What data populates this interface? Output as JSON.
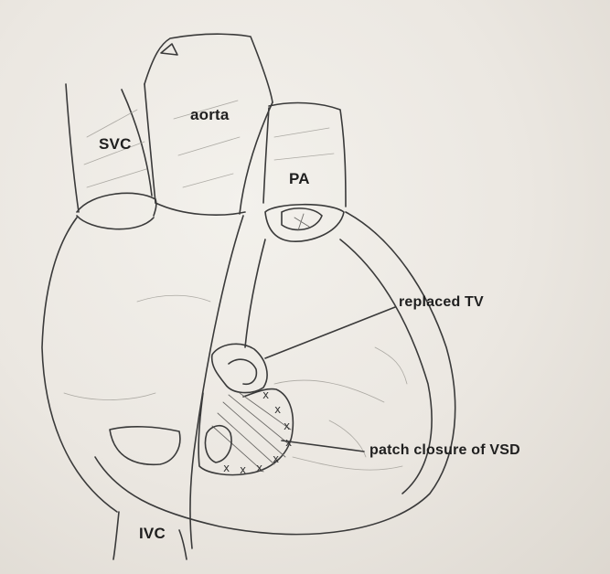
{
  "labels": {
    "svc": "SVC",
    "aorta": "aorta",
    "pa": "PA",
    "ivc": "IVC",
    "replaced_tv": "replaced TV",
    "patch_closure": "patch closure of VSD"
  }
}
